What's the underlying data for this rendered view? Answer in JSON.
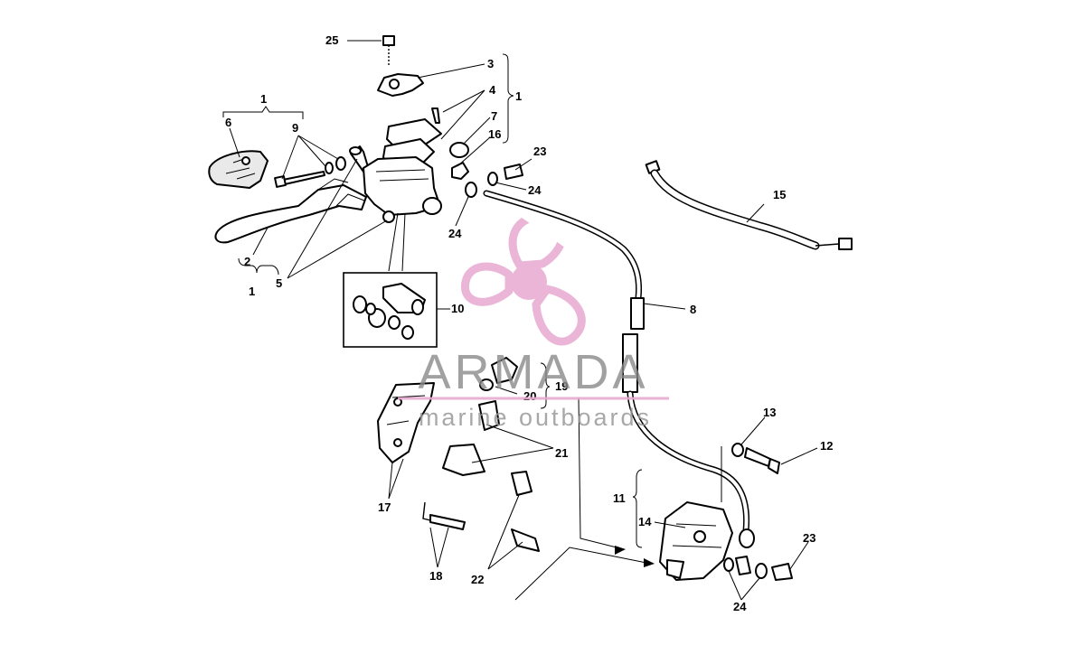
{
  "callouts": {
    "c1_top": "1",
    "c1_left": "1",
    "c1_bottom": "1",
    "c2": "2",
    "c3": "3",
    "c4": "4",
    "c5": "5",
    "c6": "6",
    "c7": "7",
    "c8": "8",
    "c9": "9",
    "c10": "10",
    "c11": "11",
    "c12": "12",
    "c13": "13",
    "c14": "14",
    "c15": "15",
    "c16": "16",
    "c17": "17",
    "c18": "18",
    "c19": "19",
    "c20": "20",
    "c21": "21",
    "c22": "22",
    "c23_top": "23",
    "c23_bottom": "23",
    "c24_left": "24",
    "c24_mid": "24",
    "c24_bottom": "24",
    "c25": "25"
  },
  "watermark": {
    "brand": "ARMADA",
    "tagline": "marine outboards",
    "brand_color": "#8a8a8a",
    "logo_color": "#e7a9cf",
    "logo_icon": "propeller-icon"
  }
}
